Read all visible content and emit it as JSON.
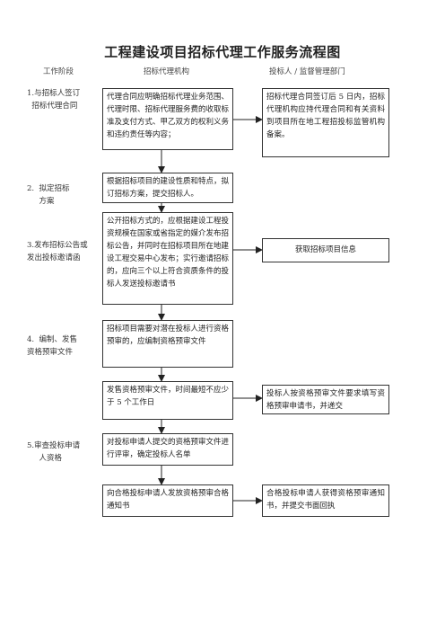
{
  "title": "工程建设项目招标代理工作服务流程图",
  "columns": {
    "stage": "工作阶段",
    "agency": "招标代理机构",
    "owner": "投标人 / 监督管理部门"
  },
  "stages": {
    "s1": "1.与招标人签订\n  招标代理合同",
    "s2": "2.  拟定招标\n     方案",
    "s3": "3.发布招标公告或\n发出投标邀请函",
    "s4": "4.  编制、发售\n资格预审文件",
    "s5": "5.审查投标申请\n     人资格"
  },
  "agency": {
    "b1": "代理合同应明确招标代理业务范围、代理时限、招标代理服务费的收取标准及支付方式、甲乙双方的权利义务和违约责任等内容；",
    "b2": "根据招标项目的建设性质和特点，拟订招标方案，提交招标人。",
    "b3": "公开招标方式的，应根据建设工程投资规模在国家或省指定的媒介发布招标公告，并同时在招标项目所在地建设工程交易中心发布；实行邀请招标的，应向三个以上符合资质条件的投标人发送投标邀请书",
    "b4": "招标项目需要对潜在投标人进行资格预审的，应编制资格预审文件",
    "b5": "发售资格预审文件，时间最短不应少于 5 个工作日",
    "b6": "对投标申请人提交的资格预审文件进行评审，确定投标人名单",
    "b7": "向合格投标申请人发放资格预审合格通知书"
  },
  "owner": {
    "r1": "招标代理合同签订后 5 日内，招标代理机构应持代理合同和有关资料到项目所在地工程招投标监管机构备案。",
    "r2": "获取招标项目信息",
    "r3": "投标人按资格预审文件要求填写资格预审申请书，并递交",
    "r4": "合格投标申请人获得资格预审通知书，并提交书面回执"
  }
}
